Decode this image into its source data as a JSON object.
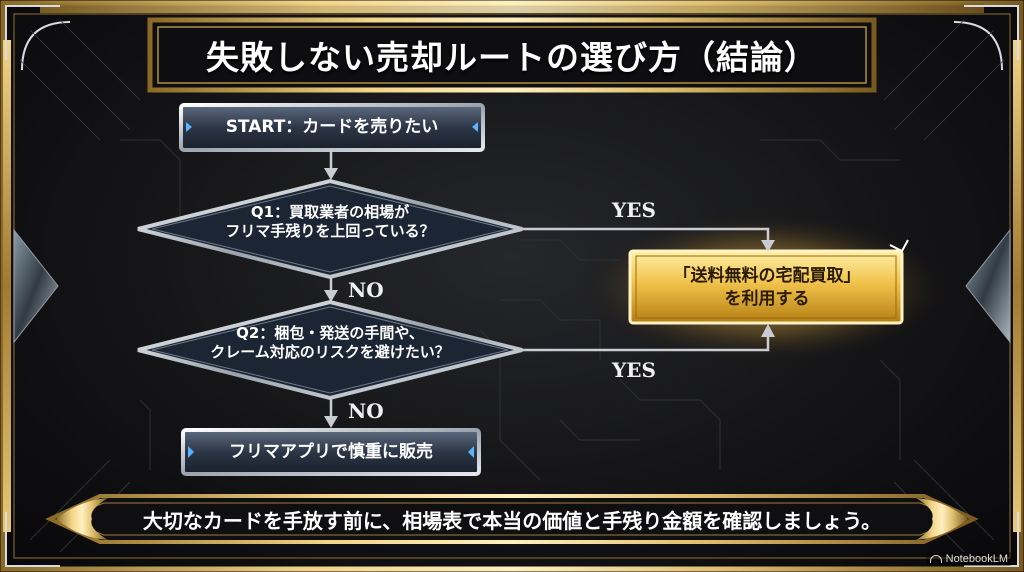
{
  "title": "失敗しない売却ルートの選び方（結論）",
  "flowchart": {
    "start": "START：カードを売りたい",
    "q1": {
      "line1": "Q1：買取業者の相場が",
      "line2": "フリマ手残りを上回っている？"
    },
    "q2": {
      "line1": "Q2：梱包・発送の手間や、",
      "line2": "クレーム対応のリスクを避けたい？"
    },
    "result": {
      "line1": "「送料無料の宅配買取」",
      "line2": "を利用する"
    },
    "fallback": "フリマアプリで慎重に販売",
    "labels": {
      "yes1": "YES",
      "yes2": "YES",
      "no1": "NO",
      "no2": "NO"
    }
  },
  "bottom_message": "大切なカードを手放す前に、相場表で本当の価値と手残り金額を確認しましょう。",
  "branding": "NotebookLM",
  "colors": {
    "gold": "#d4b058",
    "silver": "#c8cdd4",
    "result_fill": "#e8b83a"
  }
}
